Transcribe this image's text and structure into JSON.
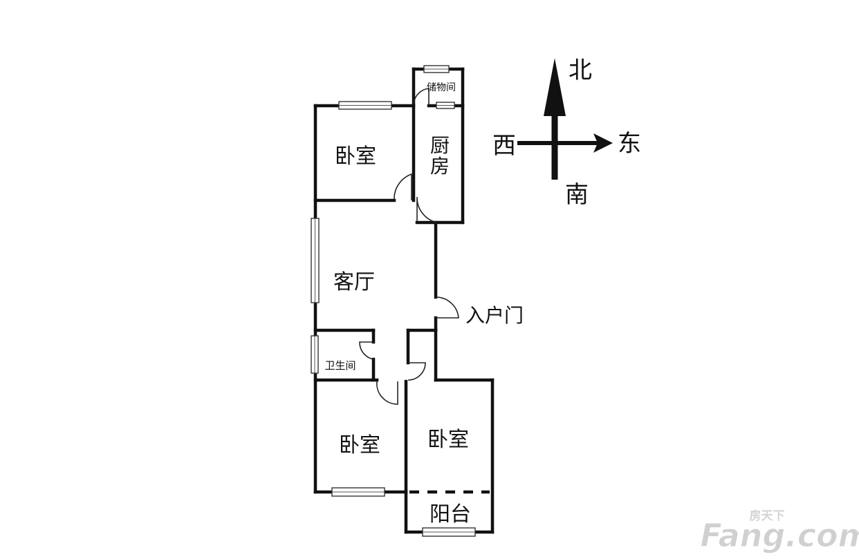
{
  "rooms": {
    "bedroom_nw": "卧室",
    "kitchen_line1": "厨",
    "kitchen_line2": "房",
    "storage": "储物间",
    "living_room": "客厅",
    "entrance": "入户门",
    "bathroom": "卫生间",
    "bedroom_sw": "卧室",
    "bedroom_se": "卧室",
    "balcony": "阳台"
  },
  "compass": {
    "north": "北",
    "south": "南",
    "east": "东",
    "west": "西"
  },
  "watermark": {
    "small": "房天下",
    "logo": "Fang.com"
  },
  "colors": {
    "wall": "#111111",
    "background": "#ffffff",
    "watermark": "#cfcfcf"
  }
}
